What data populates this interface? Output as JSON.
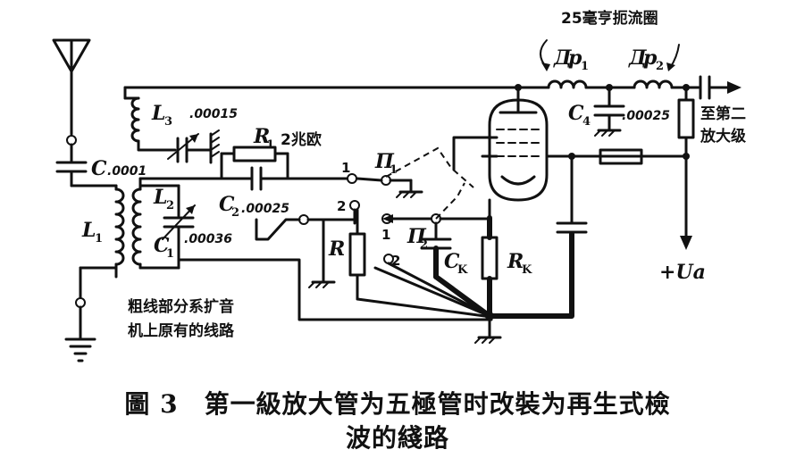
{
  "labels": {
    "coil_l1": "L",
    "coil_l1_sub": "1",
    "coil_l2": "L",
    "coil_l2_sub": "2",
    "coil_l3": "L",
    "coil_l3_sub": "3",
    "cap_c": "C",
    "cap_c_value": ".0001",
    "cap_c1": "C",
    "cap_c1_sub": "1",
    "cap_c1_value": ".00036",
    "cap_c2": "C",
    "cap_c2_sub": "2",
    "cap_c2_value": ".00025",
    "cap_l3_value": ".00015",
    "res_r1": "R",
    "res_r1_sub": "1",
    "res_r1_value": "2兆欧",
    "res_r": "R",
    "res_rk": "R",
    "res_rk_sub": "K",
    "cap_ck": "C",
    "cap_ck_sub": "K",
    "cap_c4": "C",
    "cap_c4_sub": "4",
    "cap_c4_value": ".00025",
    "choke_1": "Д",
    "choke_1_mid": "p",
    "choke_1_sub": "1",
    "choke_2": "Д",
    "choke_2_mid": "p",
    "choke_2_sub": "2",
    "choke_note": "25毫亨扼流圈",
    "switch_1": "П",
    "switch_1_sub": "1",
    "switch_2": "П",
    "switch_2_sub": "2",
    "sw1_pos1": "1",
    "sw1_pos2": "2",
    "sw2_pos1": "1",
    "sw2_pos2": "2",
    "output_line1": "至第二",
    "output_line2": "放大级",
    "supply": "+Ua",
    "note_line1": "粗线部分系扩音",
    "note_line2": "机上原有的线路"
  },
  "caption": {
    "line1": "圖 3　第一級放大管为五極管时改裝为再生式檢",
    "line2": "波的綫路"
  }
}
